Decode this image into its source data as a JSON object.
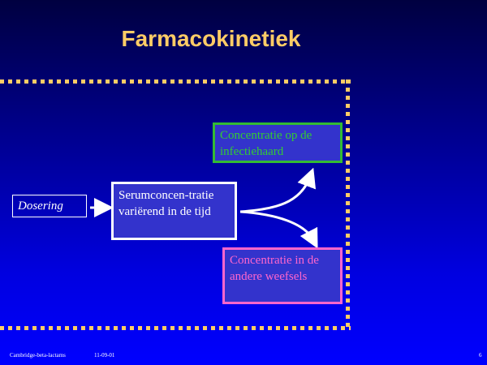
{
  "title": "Farmacokinetiek",
  "boxes": {
    "dosering": "Dosering",
    "serum": "Serumconcen-tratie variërend in de tijd",
    "infectiehaard": "Concentratie op de infectiehaard",
    "weefsels": "Concentratie in de andere weefsels"
  },
  "footer": {
    "left": "Cambridge-beta-lactams",
    "date": "11-09-01",
    "page": "6"
  },
  "colors": {
    "title": "#ffcc66",
    "infect": "#33cc33",
    "weefsel": "#ff66cc",
    "box_fill": "#3333cc"
  }
}
